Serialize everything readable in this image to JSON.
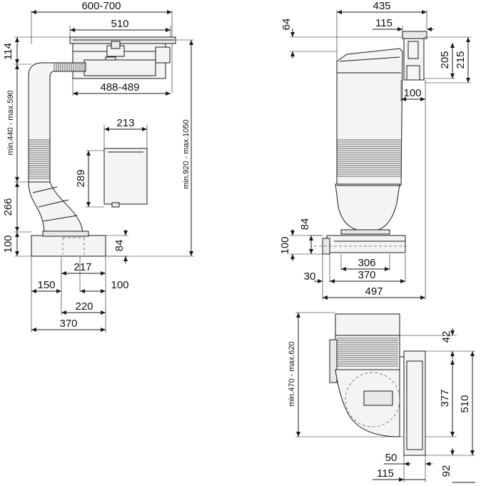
{
  "dimensions": {
    "left_view": {
      "total_width": "600-700",
      "hob_width": "510",
      "hob_inner_width": "488-489",
      "top_height": "114",
      "duct_height": "min.440 - max.590",
      "elbow_height": "266",
      "base_height": "100",
      "base_thickness": "84",
      "total_height": "min.920 - max.1050",
      "unit_width": "213",
      "unit_height": "289",
      "offset_217": "217",
      "offset_150": "150",
      "offset_100": "100",
      "offset_220": "220",
      "base_width": "370"
    },
    "side_view": {
      "overall_depth": "435",
      "top_block_width": "115",
      "top_offset": "64",
      "height_205": "205",
      "height_215": "215",
      "side_100": "100",
      "base_84": "84",
      "base_100": "100",
      "width_306": "306",
      "width_370": "370",
      "width_30": "30",
      "width_497": "497"
    },
    "plan_view": {
      "depth_range": "min.470 - max.620",
      "dim_42": "42",
      "dim_377": "377",
      "dim_510": "510",
      "dim_50": "50",
      "dim_92": "92",
      "dim_115": "115"
    }
  }
}
